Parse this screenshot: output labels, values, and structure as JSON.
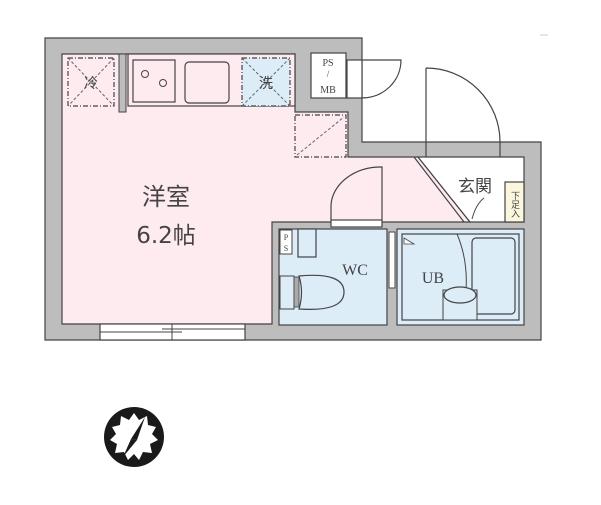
{
  "floor_plan": {
    "rooms": {
      "western_room": {
        "name": "洋室",
        "size": "6.2帖"
      },
      "entrance": {
        "name": "玄関"
      },
      "shoe_box": {
        "name": "下足入"
      },
      "toilet": {
        "name": "WC"
      },
      "bath": {
        "name": "UB"
      },
      "pipe_space_meter": {
        "line1": "PS",
        "line2": "/",
        "line3": "MB"
      },
      "pipe_space_small": {
        "line1": "P",
        "line2": "S"
      }
    },
    "fixtures": {
      "fridge": {
        "label": "冷"
      },
      "washer": {
        "label": "洗"
      }
    },
    "colors": {
      "wall": "#bdbdbd",
      "outline": "#444444",
      "room_pink": "#fdebf0",
      "wet_blue": "#dcedf8",
      "shoe_box_yellow": "#fbf7dc",
      "white": "#ffffff"
    },
    "compass": {
      "icon": "compass-north-arrow"
    }
  }
}
